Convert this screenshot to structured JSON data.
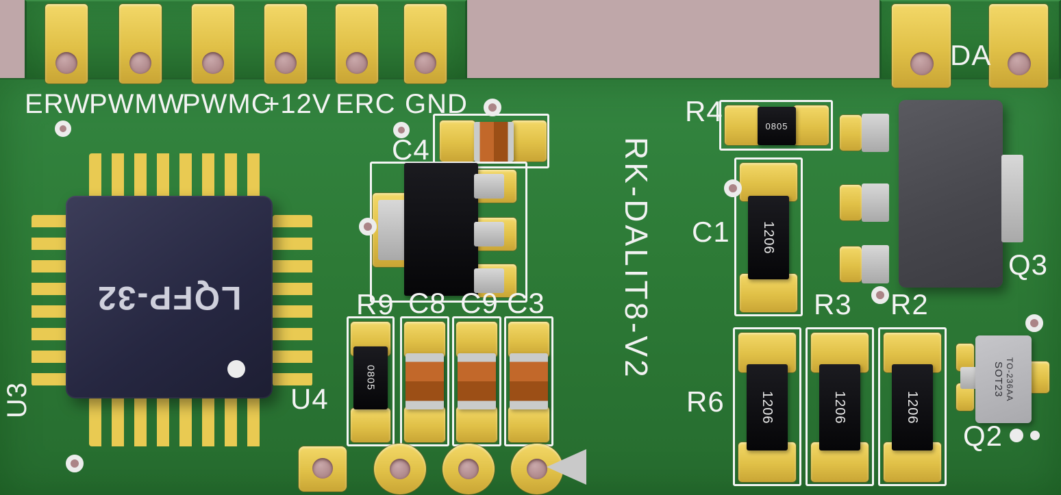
{
  "background_color": "#bfa7a9",
  "board_color": "#2e7c38",
  "pad_color": "#e8c94f",
  "silkscreen_color": "#f5f5f5",
  "board_title": "RK-DALIT8-V2",
  "connector_labels": [
    "ERW",
    "PWMW",
    "PWMC",
    "+12V",
    "ERC",
    "GND"
  ],
  "top_right_connector": {
    "label": "DA"
  },
  "ics": {
    "u3_ref": "U3",
    "u3_package": "LQFP-32",
    "u4_ref": "U4"
  },
  "components": {
    "c4": {
      "ref": "C4"
    },
    "r9": {
      "ref": "R9",
      "marking": "0805"
    },
    "c8": {
      "ref": "C8"
    },
    "c9": {
      "ref": "C9"
    },
    "c3": {
      "ref": "C3"
    },
    "r4": {
      "ref": "R4",
      "marking": "0805"
    },
    "c1": {
      "ref": "C1",
      "marking": "1206"
    },
    "r3": {
      "ref": "R3",
      "marking": "1206"
    },
    "r2": {
      "ref": "R2",
      "marking": "1206"
    },
    "r6": {
      "ref": "R6",
      "marking": "1206"
    },
    "q3": {
      "ref": "Q3"
    },
    "q2": {
      "ref": "Q2",
      "marking_line1": "SOT23",
      "marking_line2": "TO-236AA"
    }
  }
}
